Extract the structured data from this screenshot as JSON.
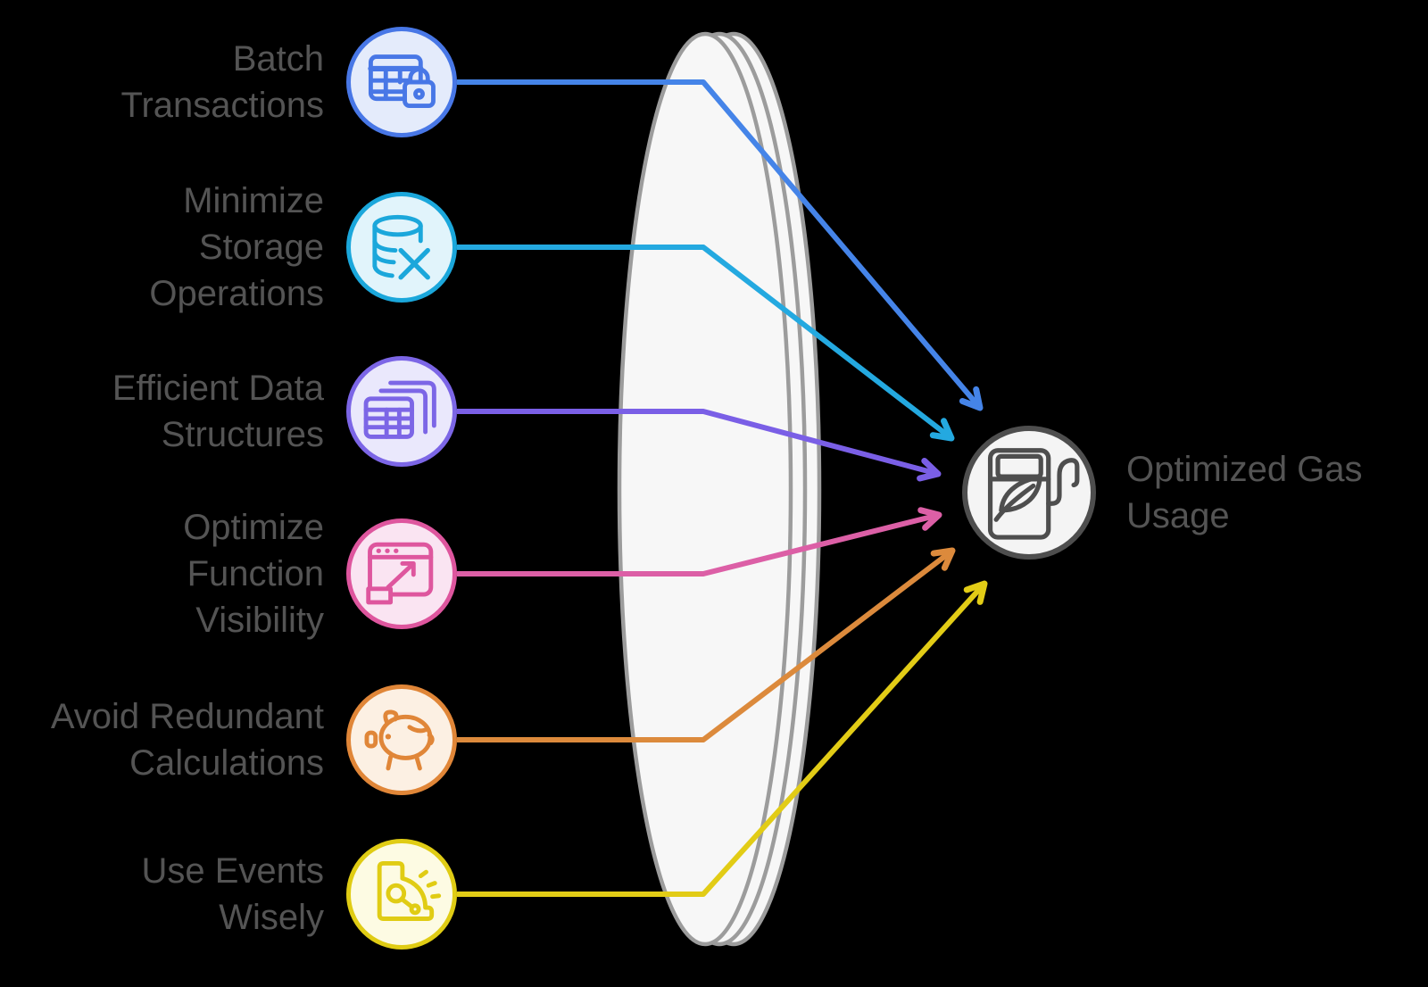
{
  "background_color": "#000000",
  "text_color": "#545454",
  "flow": {
    "sources": [
      {
        "label_lines": [
          "Batch",
          "Transactions"
        ],
        "icon": "table-lock-icon",
        "line_color": "#4584E8",
        "circle_border": "#4877E6",
        "circle_fill": "#E4EBFB"
      },
      {
        "label_lines": [
          "Minimize",
          "Storage",
          "Operations"
        ],
        "icon": "database-remove-icon",
        "line_color": "#24A9E0",
        "circle_border": "#1BA7DB",
        "circle_fill": "#E1F4FB"
      },
      {
        "label_lines": [
          "Efficient Data",
          "Structures"
        ],
        "icon": "stacked-tables-icon",
        "line_color": "#7A5FE6",
        "circle_border": "#7C66E6",
        "circle_fill": "#EAE8FC"
      },
      {
        "label_lines": [
          "Optimize",
          "Function",
          "Visibility"
        ],
        "icon": "window-expand-icon",
        "line_color": "#DC5FA6",
        "circle_border": "#DE569E",
        "circle_fill": "#FAE4F2"
      },
      {
        "label_lines": [
          "Avoid Redundant",
          "Calculations"
        ],
        "icon": "piggy-bank-icon",
        "line_color": "#DC8A3C",
        "circle_border": "#E08638",
        "circle_fill": "#FCF0E3"
      },
      {
        "label_lines": [
          "Use Events",
          "Wisely"
        ],
        "icon": "gauge-meter-icon",
        "line_color": "#E2CC16",
        "circle_border": "#E0CC14",
        "circle_fill": "#FDFBE3"
      }
    ],
    "target": {
      "label_lines": [
        "Optimized Gas",
        "Usage"
      ],
      "icon": "gas-pump-leaf-icon",
      "circle_border": "#4E4E4E",
      "circle_fill": "#F4F4F4"
    },
    "lens": {
      "fill": "#F7F7F7",
      "stroke": "#9C9C9C"
    }
  }
}
